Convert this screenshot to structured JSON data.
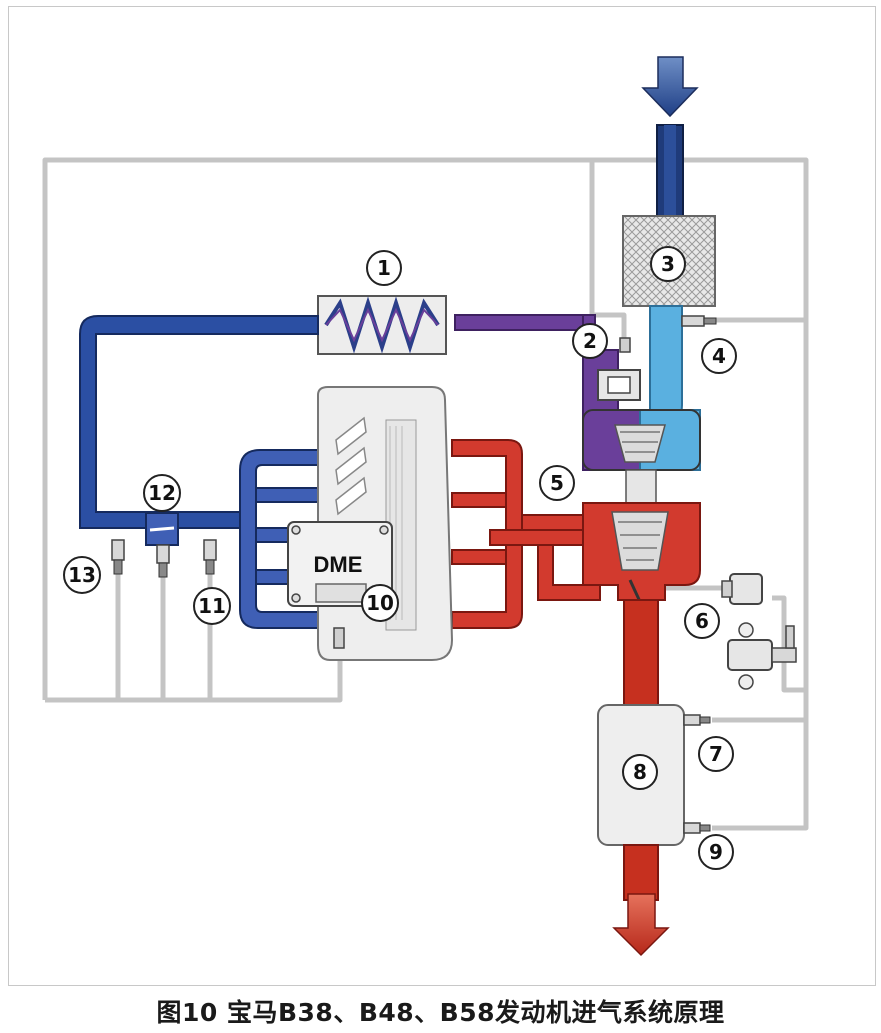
{
  "caption": "图10 宝马B38、B48、B58发动机进气系统原理",
  "dme_label": "DME",
  "callouts": [
    "1",
    "2",
    "3",
    "4",
    "5",
    "6",
    "7",
    "8",
    "9",
    "10",
    "11",
    "12",
    "13"
  ],
  "colors": {
    "intake_cold": "#2b4fa3",
    "intake_charge_cold": "#3f5fb5",
    "intake_warm": "#6a3f9a",
    "intake_fresh": "#5ab0e0",
    "exhaust": "#d23a2e",
    "wire": "#bdbdbd",
    "engine_block": "#eeeeee"
  }
}
